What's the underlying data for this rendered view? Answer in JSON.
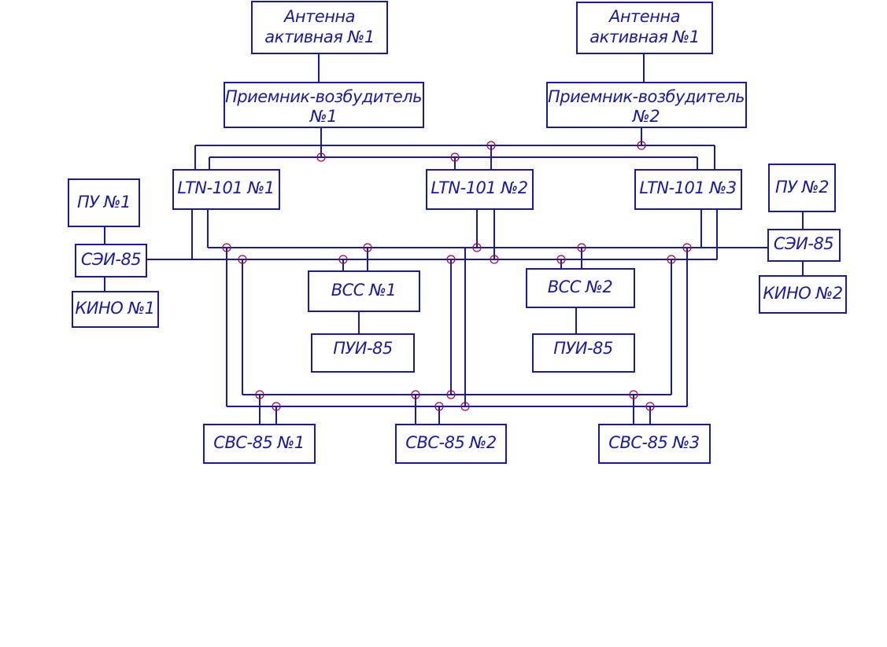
{
  "blocks": {
    "antenna_1": {
      "line1": "Антенна",
      "line2": "активная  №1"
    },
    "antenna_2": {
      "line1": "Антенна",
      "line2": "активная  №1"
    },
    "receiver_1": {
      "line1": "Приемник-возбудитель",
      "line2": "№1"
    },
    "receiver_2": {
      "line1": "Приемник-возбудитель",
      "line2": "№2"
    },
    "ltn_1": "LTN-101 №1",
    "ltn_2": "LTN-101 №2",
    "ltn_3": "LTN-101 №3",
    "pu_1": "ПУ №1",
    "pu_2": "ПУ №2",
    "sei_left": "СЭИ-85",
    "sei_right": "СЭИ-85",
    "kino_1": "КИНО №1",
    "kino_2": "КИНО №2",
    "vss_1": "ВСС №1",
    "vss_2": "ВСС №2",
    "pui_1": "ПУИ-85",
    "pui_2": "ПУИ-85",
    "svs_1": "СВС-85 №1",
    "svs_2": "СВС-85 №2",
    "svs_3": "СВС-85 №3"
  },
  "colors": {
    "line": "#1a1aa0",
    "node": "#b00040"
  }
}
